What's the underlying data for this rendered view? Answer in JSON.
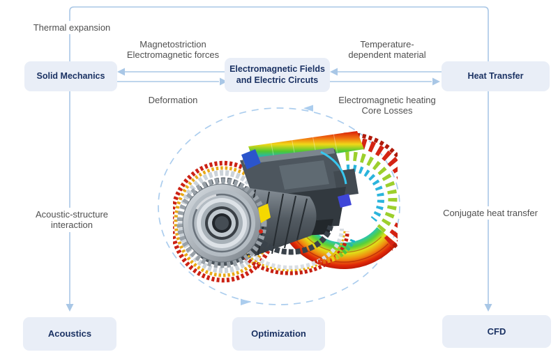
{
  "boxes": {
    "solid_mechanics": "Solid Mechanics",
    "em_fields_line1": "Electromagnetic Fields",
    "em_fields_line2": "and Electric Circuts",
    "heat_transfer": "Heat Transfer",
    "acoustics": "Acoustics",
    "optimization": "Optimization",
    "cfd": "CFD"
  },
  "labels": {
    "thermal_expansion": "Thermal expansion",
    "magnetostriction_line1": "Magnetostriction",
    "magnetostriction_line2": "Electromagnetic forces",
    "temperature_line1": "Temperature-",
    "temperature_line2": "dependent material",
    "deformation": "Deformation",
    "em_heating_line1": "Electromagnetic heating",
    "em_heating_line2": "Core Losses",
    "acoustic_line1": "Acoustic-structure",
    "acoustic_line2": "interaction",
    "conjugate": "Conjugate heat transfer"
  },
  "illustration": {
    "name": "electric-motor-simulation-render"
  },
  "colors": {
    "connector_line": "#a9c7e6",
    "dashed_cycle": "#abcdee",
    "box_background": "#e9eef7",
    "box_text": "#1b3263",
    "label_text": "#4f4f4f",
    "background": "#ffffff"
  }
}
